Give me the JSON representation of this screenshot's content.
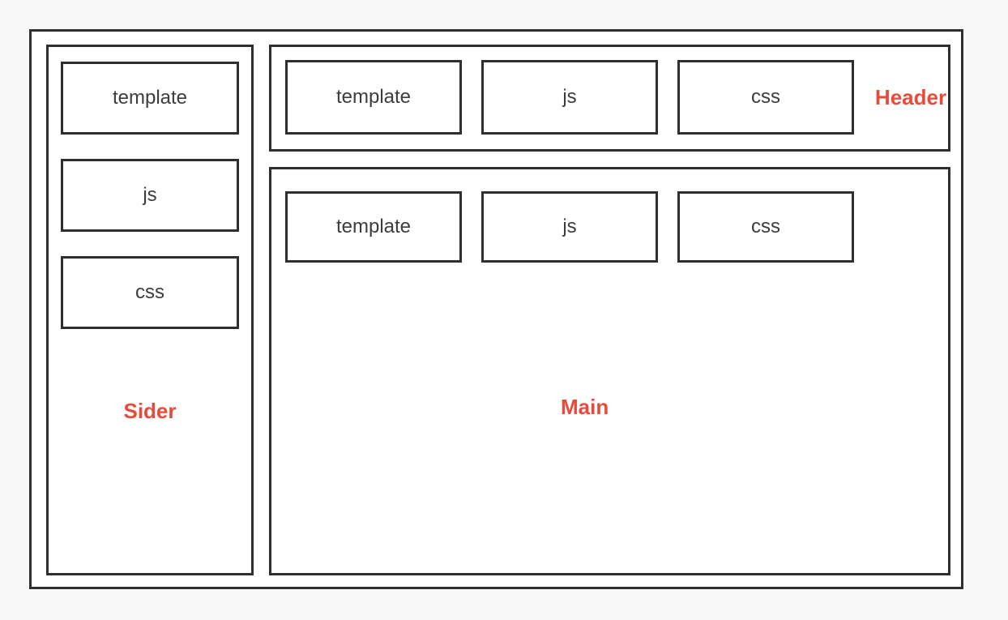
{
  "diagram": {
    "sider": {
      "label": "Sider",
      "boxes": [
        "template",
        "js",
        "css"
      ]
    },
    "header": {
      "label": "Header",
      "boxes": [
        "template",
        "js",
        "css"
      ]
    },
    "main": {
      "label": "Main",
      "boxes": [
        "template",
        "js",
        "css"
      ]
    }
  },
  "colors": {
    "canvas_bg": "#f8f8f8",
    "panel_bg": "#ffffff",
    "border_dark": "#2f2f2f",
    "box_text": "#3c3c3c",
    "label_red": "#e84a3c"
  }
}
